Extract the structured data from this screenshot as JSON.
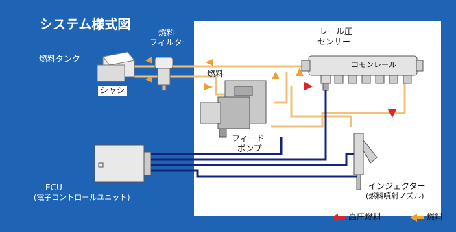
{
  "title": "システム様式図",
  "labels": {
    "fuel_tank": "燃料タンク",
    "chassis": "シャシ",
    "fuel_filter_1": "燃料",
    "fuel_filter_2": "フィルター",
    "fuel_inner": "燃料",
    "rail_sensor_1": "レール圧",
    "rail_sensor_2": "センサー",
    "common_rail": "コモンレール",
    "feed_pump_1": "フィード",
    "feed_pump_2": "ポンプ",
    "injector_1": "インジェクター",
    "injector_2": "(燃料噴射ノズル)",
    "ecu_1": "ECU",
    "ecu_2": "(電子コントロールユニット)"
  },
  "legend": {
    "high_pressure": "高圧燃料",
    "fuel": "燃料"
  },
  "colors": {
    "background": "#1f64b4",
    "panel": "#ffffff",
    "fuel_line": "#f2c078",
    "high_pressure_arrow": "#d8262b",
    "fuel_arrow": "#f0a030",
    "wire": "#13257a"
  }
}
